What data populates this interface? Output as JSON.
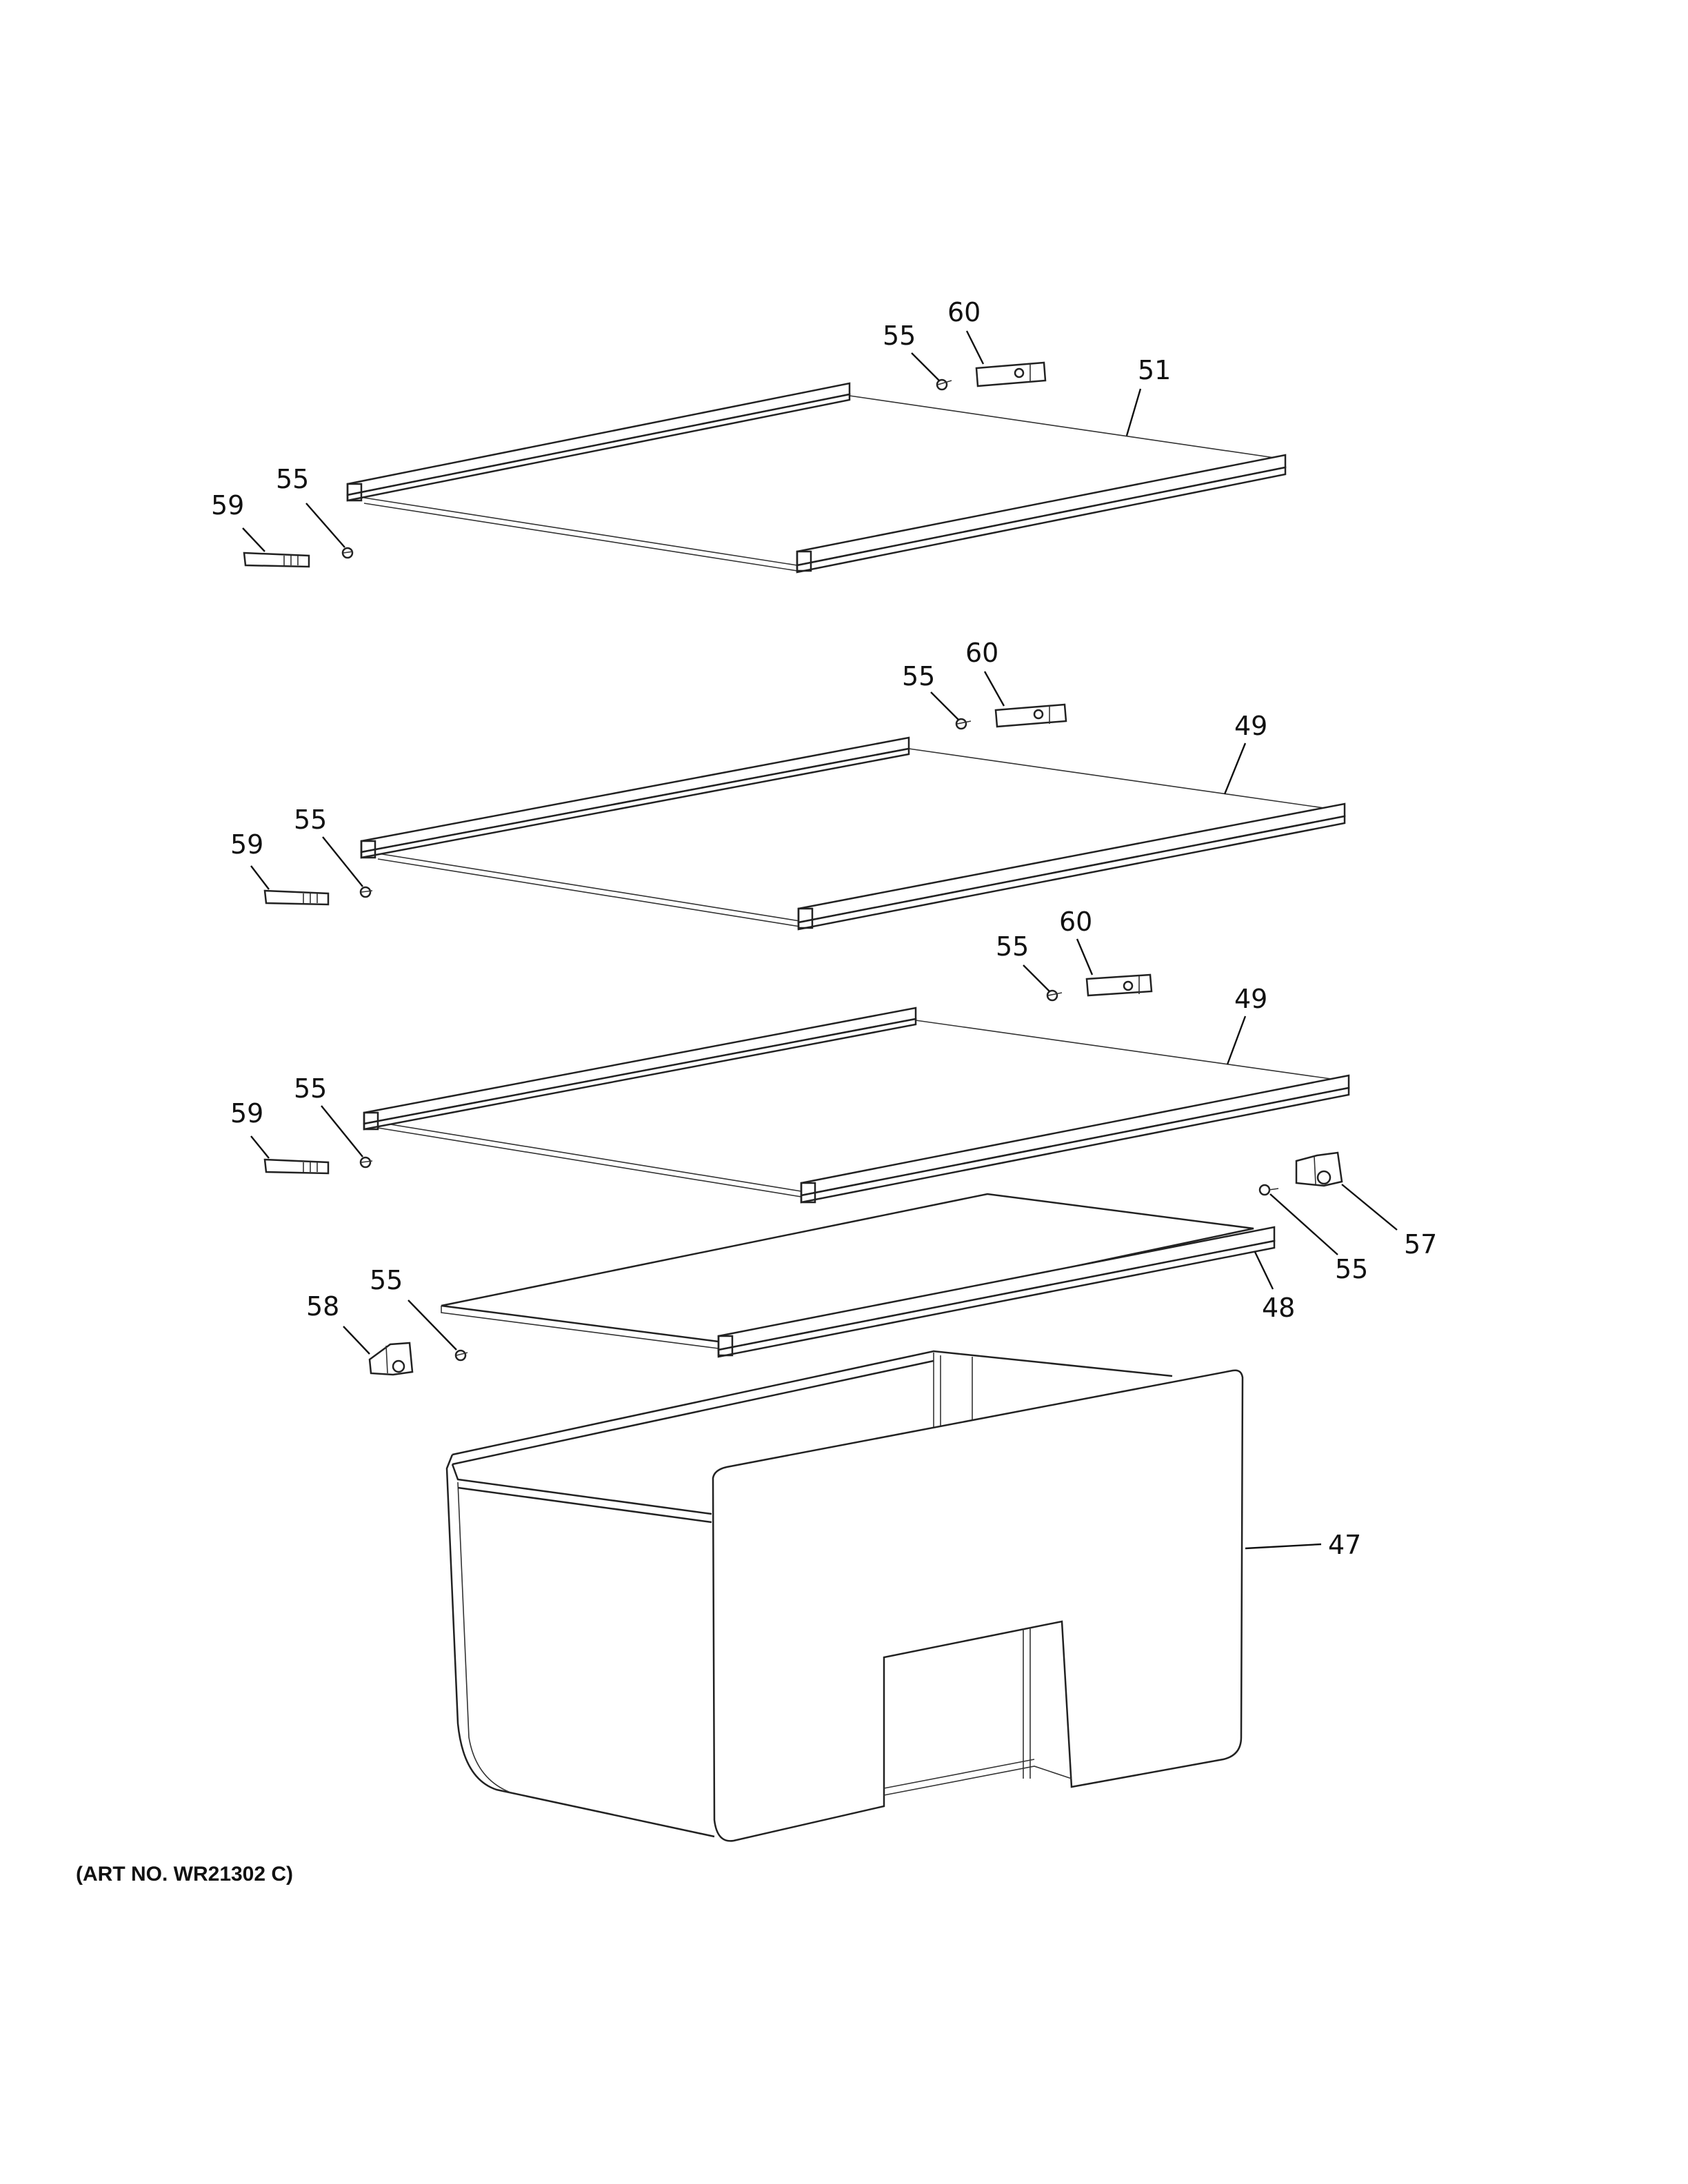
{
  "callouts": [
    {
      "id": "c51",
      "text": "51"
    },
    {
      "id": "c60a",
      "text": "60"
    },
    {
      "id": "c55a",
      "text": "55"
    },
    {
      "id": "c55b",
      "text": "55"
    },
    {
      "id": "c59a",
      "text": "59"
    },
    {
      "id": "c60b",
      "text": "60"
    },
    {
      "id": "c55c",
      "text": "55"
    },
    {
      "id": "c49a",
      "text": "49"
    },
    {
      "id": "c55d",
      "text": "55"
    },
    {
      "id": "c59b",
      "text": "59"
    },
    {
      "id": "c60c",
      "text": "60"
    },
    {
      "id": "c55e",
      "text": "55"
    },
    {
      "id": "c49b",
      "text": "49"
    },
    {
      "id": "c55f",
      "text": "55"
    },
    {
      "id": "c59c",
      "text": "59"
    },
    {
      "id": "c57",
      "text": "57"
    },
    {
      "id": "c55g",
      "text": "55"
    },
    {
      "id": "c48",
      "text": "48"
    },
    {
      "id": "c55h",
      "text": "55"
    },
    {
      "id": "c58",
      "text": "58"
    },
    {
      "id": "c47",
      "text": "47"
    }
  ],
  "art_number": "(ART NO. WR21302 C)"
}
